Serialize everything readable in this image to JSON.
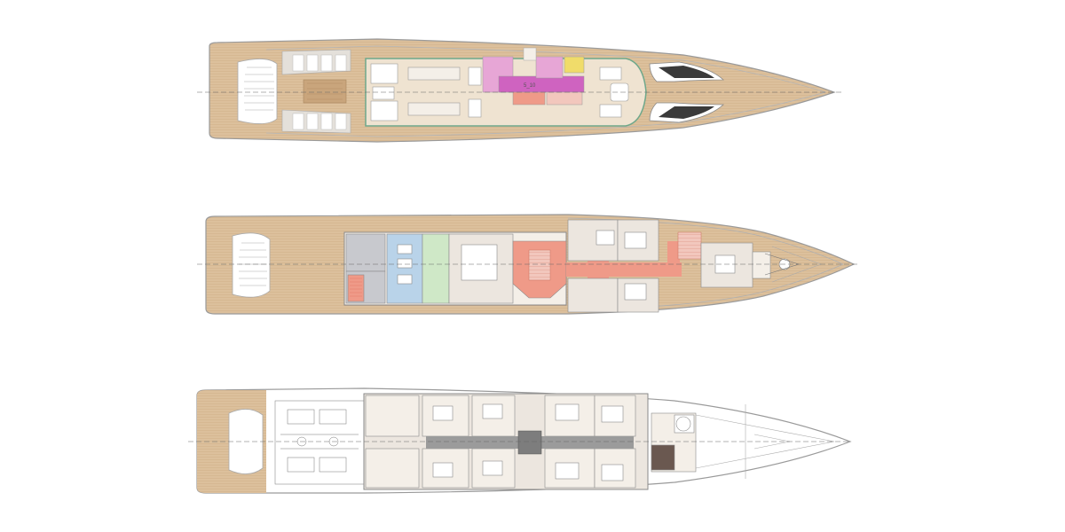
{
  "plan_sheet": {
    "decks": [
      {
        "id": "upper",
        "deck_label": "",
        "room_marks": [
          "5_10"
        ]
      },
      {
        "id": "main",
        "deck_label": "",
        "room_marks": []
      },
      {
        "id": "lower",
        "deck_label": "",
        "room_marks": []
      }
    ],
    "colors": {
      "teak": "#dcc09c",
      "teak_dark": "#c9a57c",
      "hull_line": "#9a9a9a",
      "grey_room": "#c8c9ce",
      "blue_room": "#b9d3e9",
      "green_room": "#cfe8c7",
      "salmon": "#ef9a88",
      "salmon_dark": "#e27b66",
      "pink": "#e7a6d6",
      "magenta": "#cf63c0",
      "yellow": "#f0dc6a",
      "green_line": "#6fa88b",
      "cabin": "#ece6df",
      "corridor": "#9b9b9b",
      "dark_room": "#6a5850",
      "brown": "#9a6e5a"
    }
  }
}
